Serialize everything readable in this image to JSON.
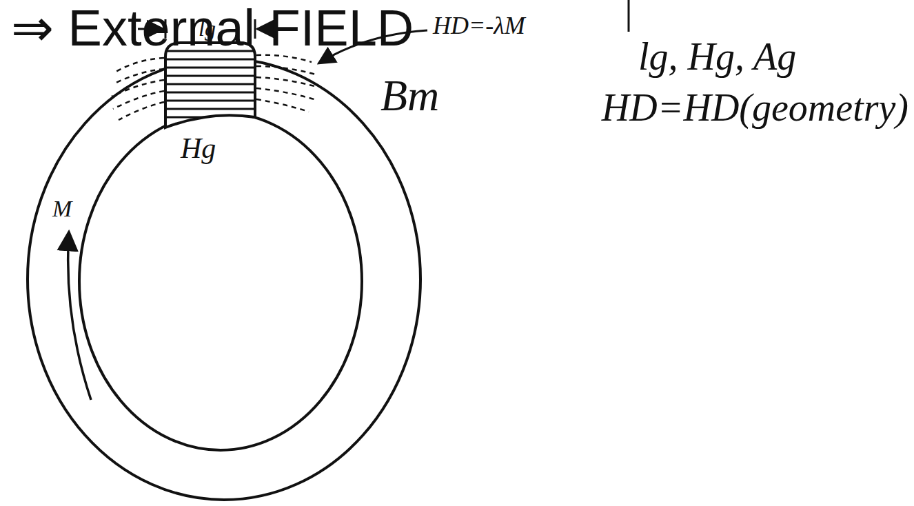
{
  "diagram": {
    "title": "⇒ External FIELD",
    "labels": [
      "lg",
      "HD=-λM",
      "lg, Hg, Ag",
      "Bm",
      "Hg",
      "HD=HD(geometry)",
      "M"
    ]
  }
}
